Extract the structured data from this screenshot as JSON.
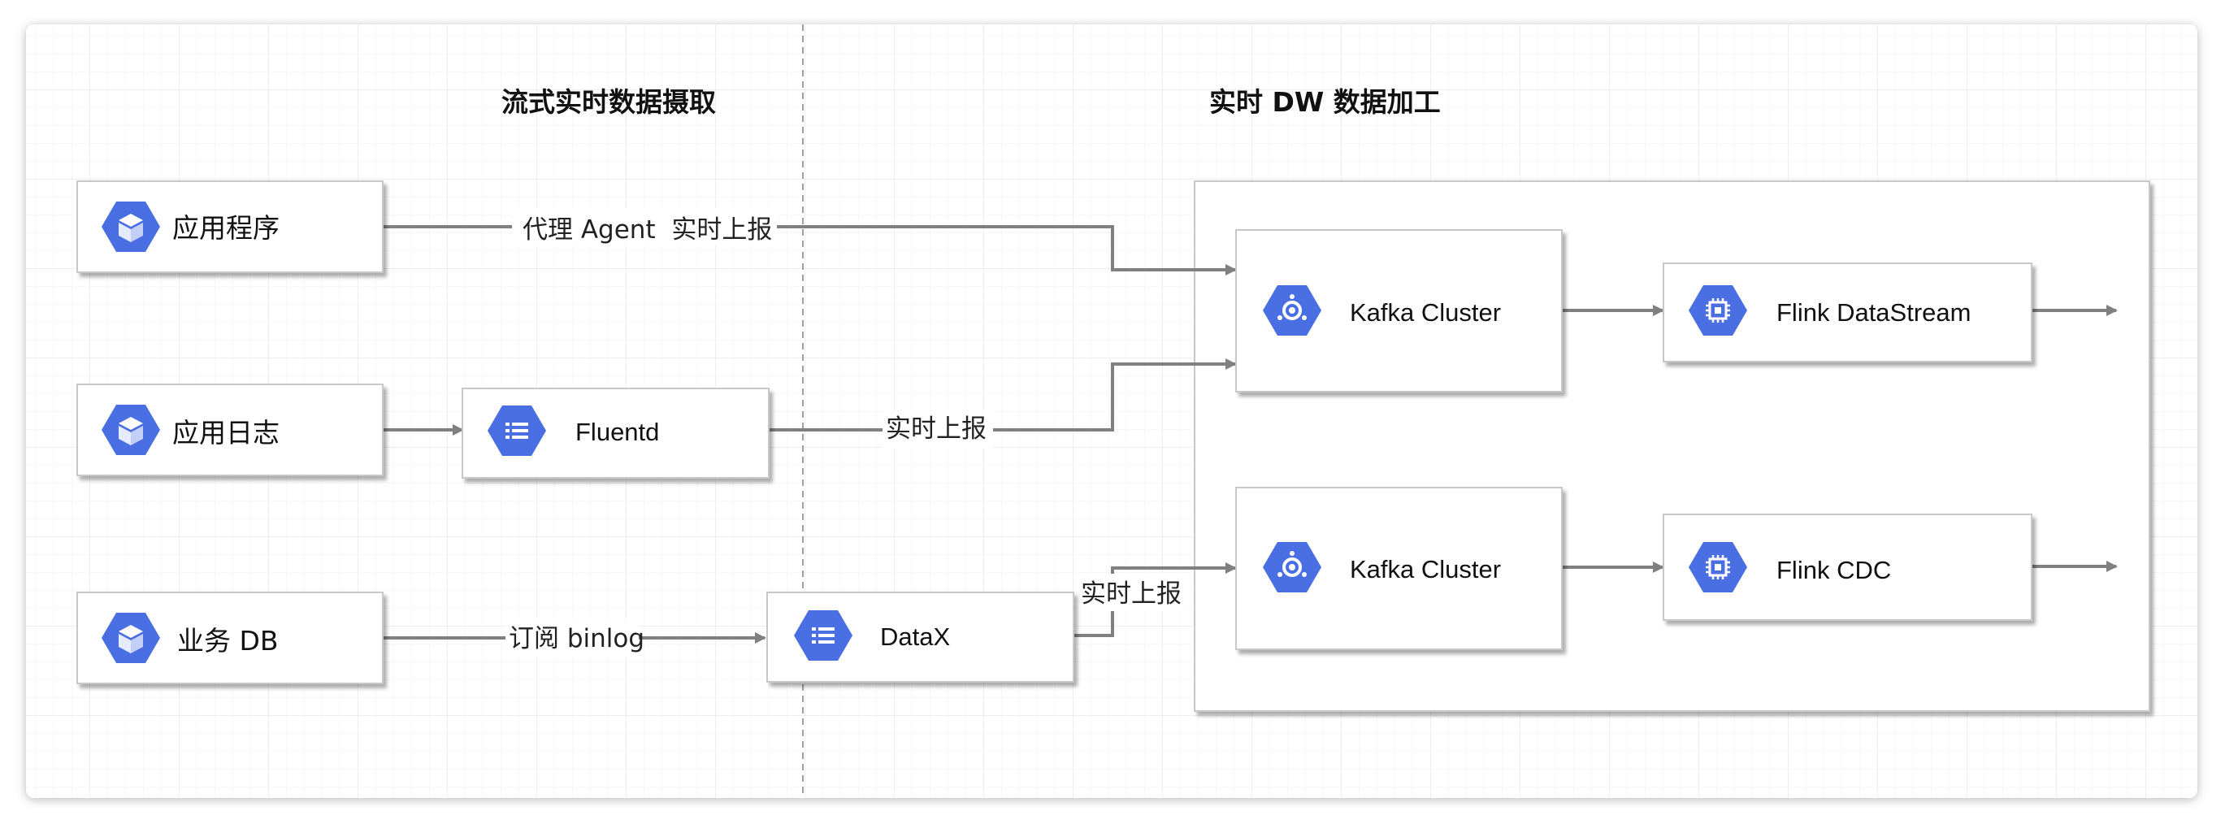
{
  "sections": {
    "ingest_title": "流式实时数据摄取",
    "processing_title": "实时 DW 数据加工"
  },
  "nodes": {
    "app": {
      "label": "应用程序",
      "icon": "cube-icon"
    },
    "app_log": {
      "label": "应用日志",
      "icon": "cube-icon"
    },
    "biz_db": {
      "label": "业务 DB",
      "icon": "cube-icon"
    },
    "fluentd": {
      "label": "Fluentd",
      "icon": "list-icon"
    },
    "datax": {
      "label": "DataX",
      "icon": "list-icon"
    },
    "kafka_top": {
      "label": "Kafka Cluster",
      "icon": "pubsub-icon"
    },
    "kafka_bottom": {
      "label": "Kafka Cluster",
      "icon": "pubsub-icon"
    },
    "flink_datastream": {
      "label": "Flink DataStream",
      "icon": "chip-icon"
    },
    "flink_cdc": {
      "label": "Flink CDC",
      "icon": "chip-icon"
    }
  },
  "edges": {
    "agent_report": "代理 Agent  实时上报",
    "fluentd_report": "实时上报",
    "binlog_subscribe": "订阅 binlog",
    "datax_report": "实时上报"
  },
  "colors": {
    "icon_blue": "#4a6fe3",
    "icon_blue_dark": "#3b5bd1",
    "edge_gray": "#808080",
    "grid": "#ececec",
    "divider": "#a0a0a0"
  }
}
